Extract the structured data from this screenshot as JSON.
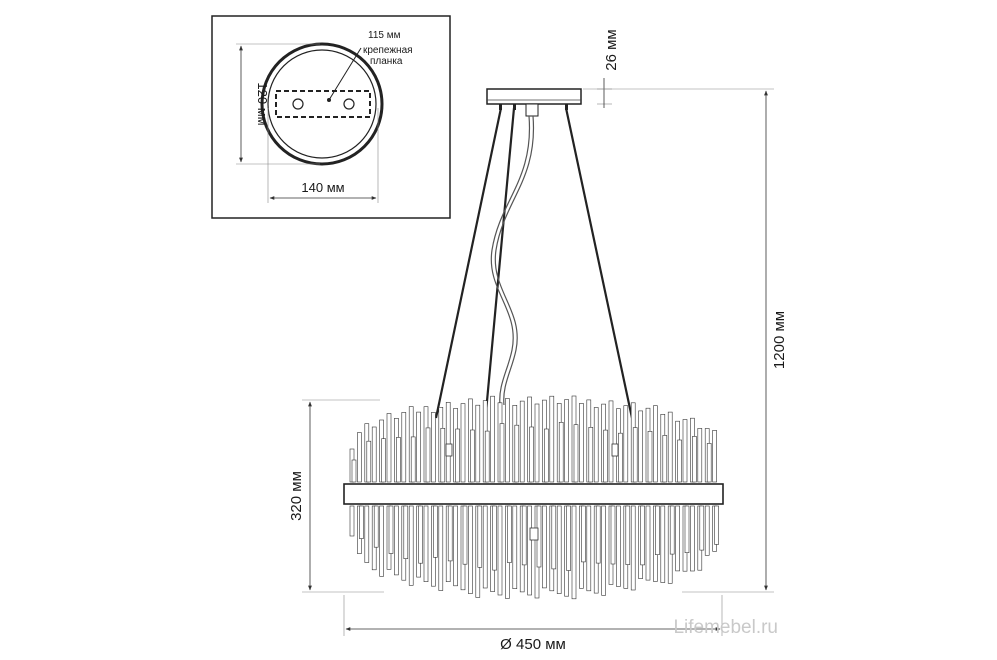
{
  "inset": {
    "label_plate_width": "115 мм",
    "label_plate_name_line1": "крепежная",
    "label_plate_name_line2": "планка",
    "label_height": "120 мм",
    "label_width": "140 мм"
  },
  "dimensions": {
    "canopy_height": "26 мм",
    "total_height": "1200 мм",
    "body_height": "320 мм",
    "diameter": "Ø 450 мм"
  },
  "watermark": "Lifemebel.ru"
}
